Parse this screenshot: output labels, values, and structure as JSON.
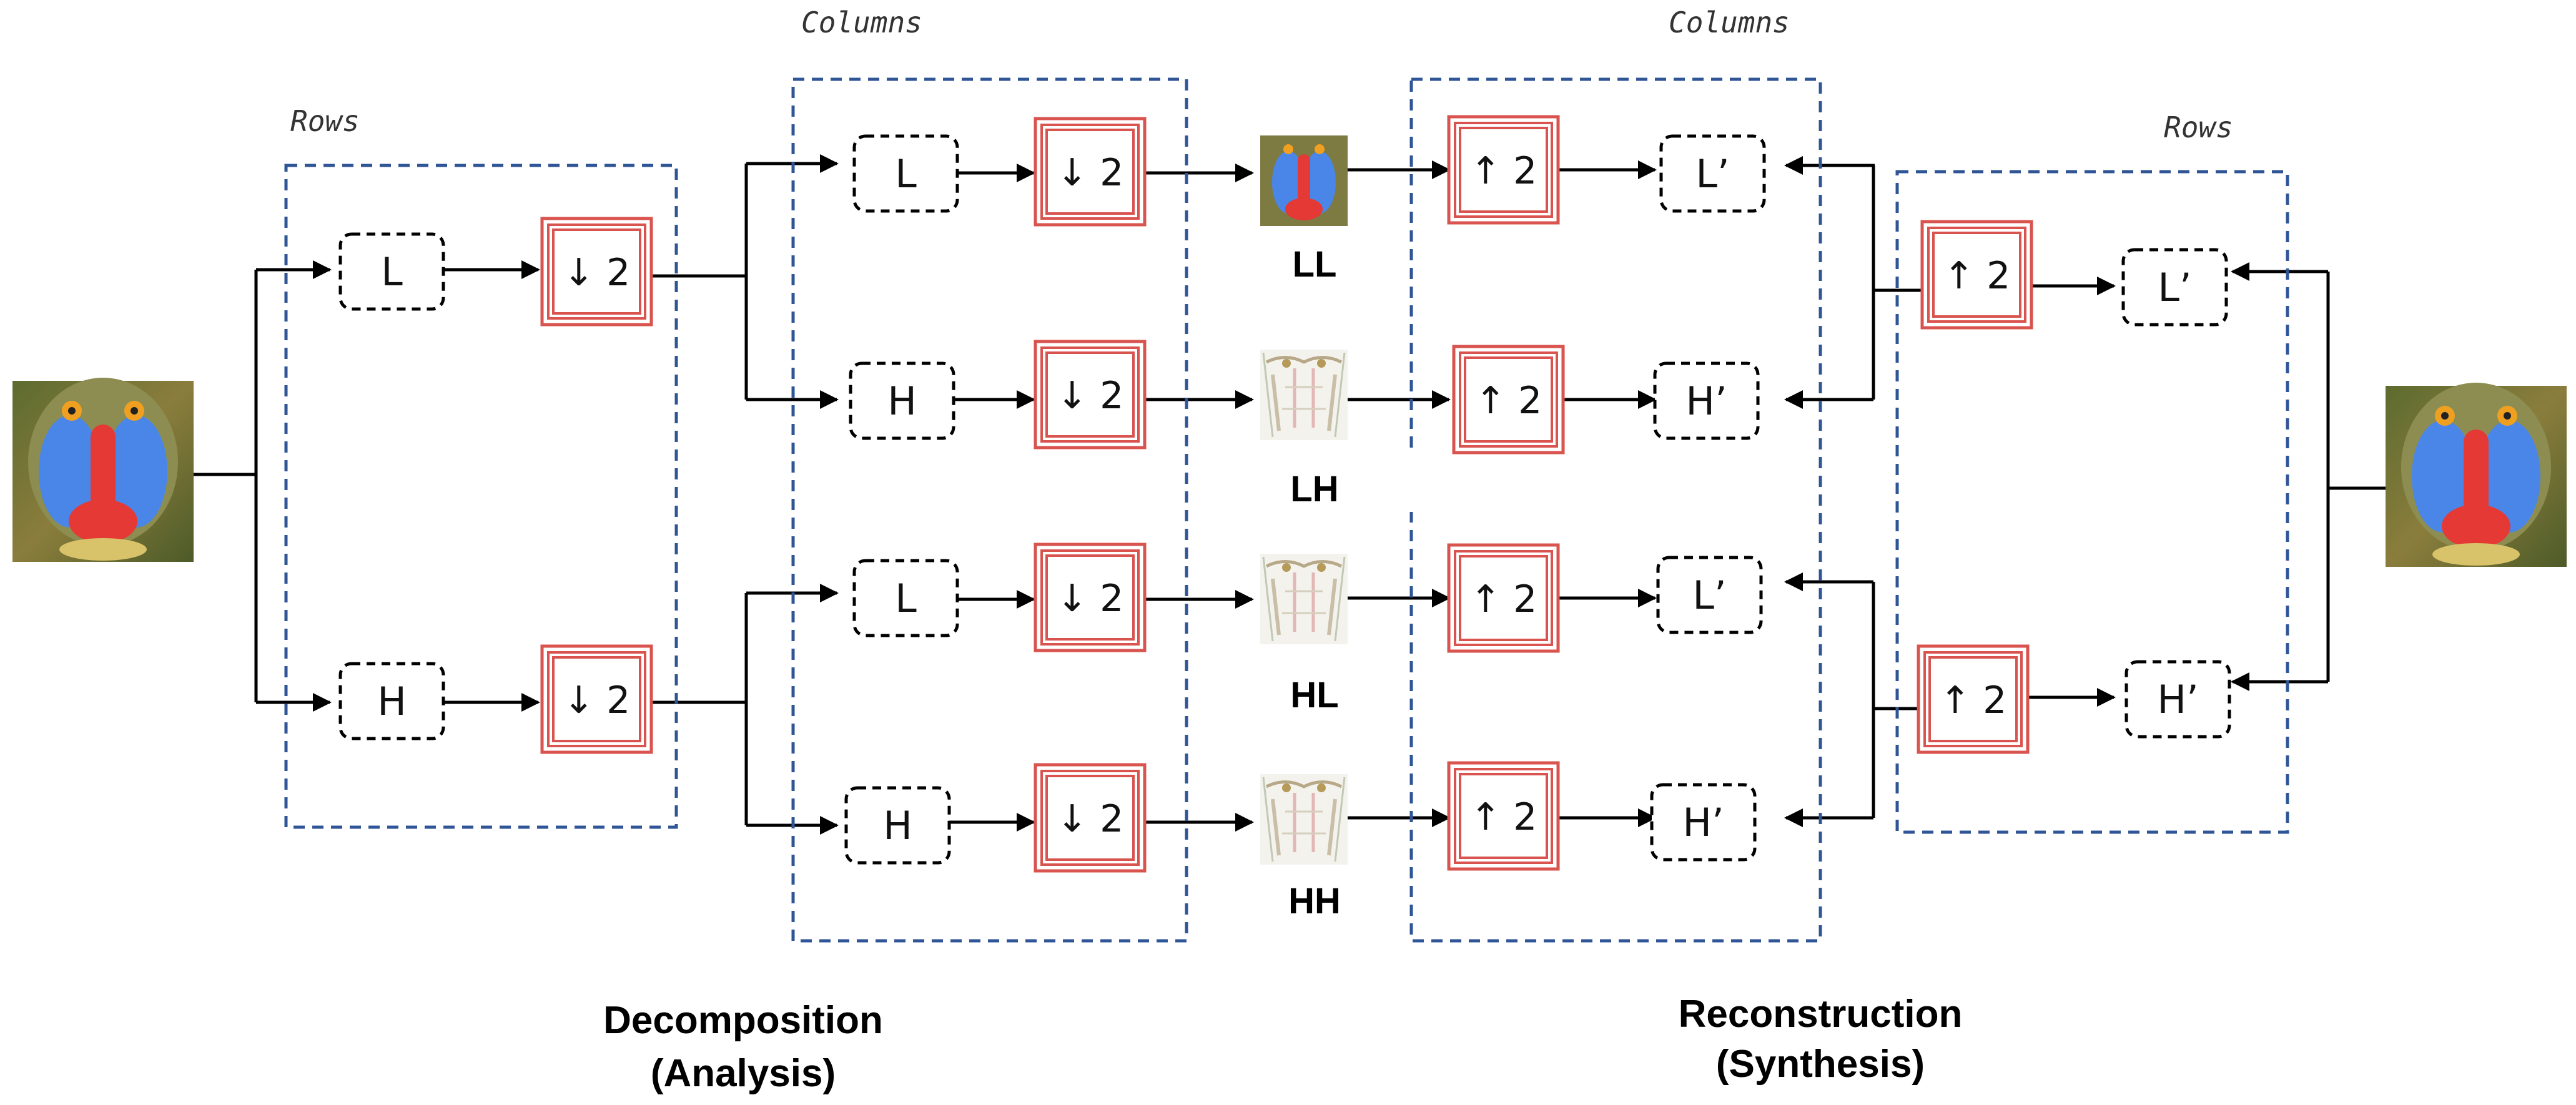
{
  "labels": {
    "rows": "Rows",
    "columns": "Columns"
  },
  "filters": {
    "low": "L",
    "high": "H",
    "low_prime": "L’",
    "high_prime": "H’"
  },
  "operators": {
    "down": "↓ 2",
    "up": "↑ 2"
  },
  "subbands": [
    "LL",
    "LH",
    "HL",
    "HH"
  ],
  "captions": {
    "decomposition": [
      "Decomposition",
      "(Analysis)"
    ],
    "reconstruction": [
      "Reconstruction",
      "(Synthesis)"
    ]
  },
  "colors": {
    "group_border": "#2f5597",
    "operator_border": "#d9534f",
    "wire": "#000000"
  },
  "icons": {
    "input_image": "mandrill-image-icon",
    "output_image": "mandrill-image-icon"
  }
}
